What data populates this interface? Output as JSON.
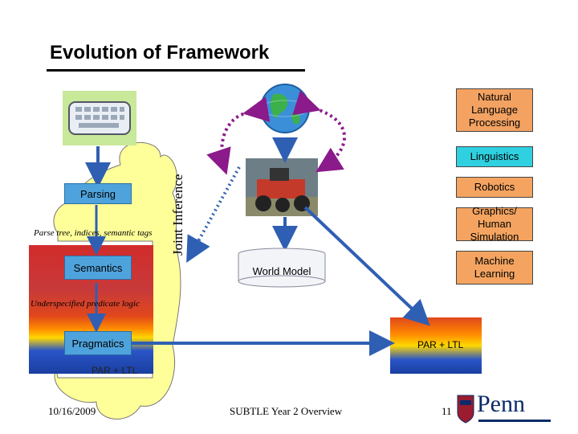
{
  "slide": {
    "title": "Evolution of Framework"
  },
  "legend": {
    "nlp": "Natural Language Processing",
    "linguistics": "Linguistics",
    "robotics": "Robotics",
    "graphics": "Graphics/ Human Simulation",
    "ml": "Machine Learning"
  },
  "diagram": {
    "parsing": "Parsing",
    "parse_tree": "Parse tree, indices, semantic tags",
    "semantics": "Semantics",
    "underspecified": "Underspecified predicate logic",
    "pragmatics": "Pragmatics",
    "par_ltl_left": "PAR + LTL",
    "par_ltl_right": "PAR + LTL",
    "world_model": "World Model",
    "joint_inference": "Joint Inference"
  },
  "footer": {
    "date": "10/16/2009",
    "center": "SUBTLE Year 2 Overview",
    "page": "11",
    "logo_text": "Penn"
  },
  "colors": {
    "legend_orange": "#f4a460",
    "legend_cyan": "#2fd0df",
    "box_blue": "#4fa3dc",
    "cloud": "#ffff99",
    "arrow_purple": "#8b1a8b",
    "arrow_blue": "#2f5fb3"
  },
  "icons": {
    "keyboard": "keyboard-icon",
    "globe": "globe-icon",
    "robot": "robot-icon",
    "logo": "penn-logo"
  }
}
